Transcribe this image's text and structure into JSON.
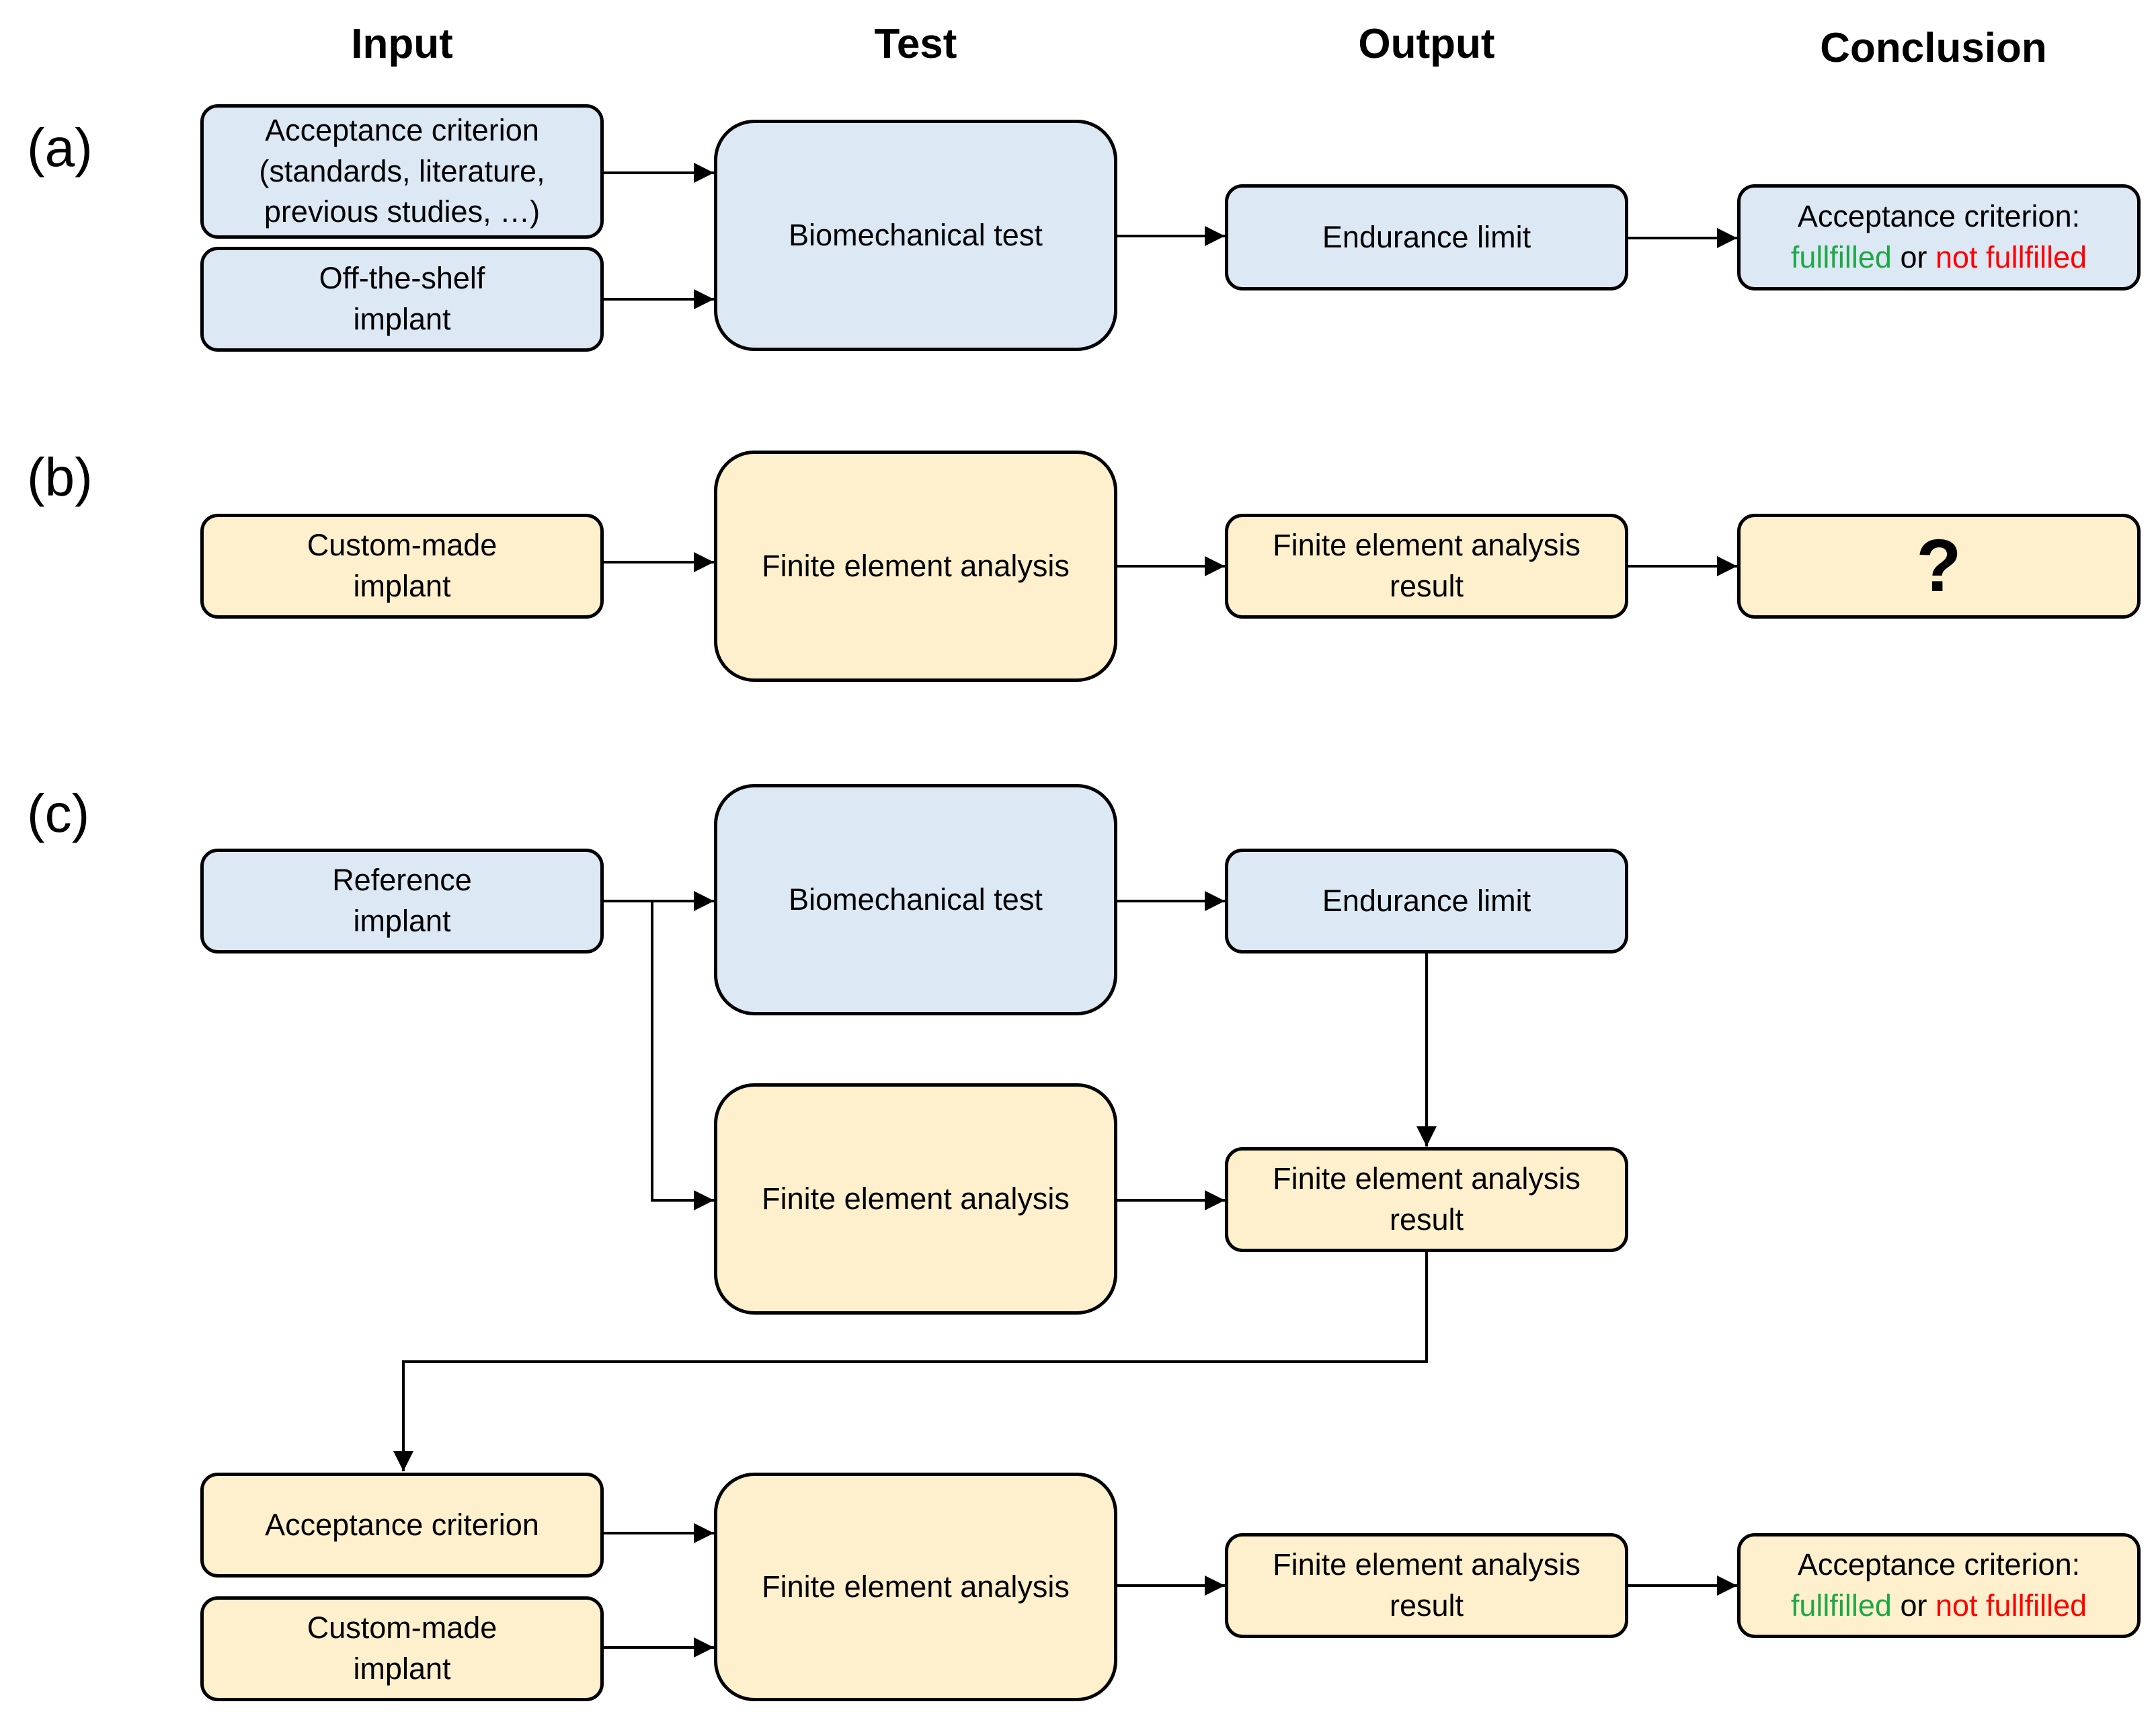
{
  "columns": {
    "input": "Input",
    "test": "Test",
    "output": "Output",
    "conclusion": "Conclusion"
  },
  "rows": {
    "a": "(a)",
    "b": "(b)",
    "c": "(c)"
  },
  "row_a": {
    "acceptance": "Acceptance criterion\n(standards, literature,\nprevious studies, …)",
    "implant": "Off-the-shelf\nimplant",
    "test": "Biomechanical test",
    "output": "Endurance limit",
    "conclusion_line1": "Acceptance criterion:",
    "conclusion_ok": "fullfilled",
    "conclusion_or": " or ",
    "conclusion_fail": "not fullfilled"
  },
  "row_b": {
    "implant": "Custom-made\nimplant",
    "test": "Finite element analysis",
    "output": "Finite element analysis\nresult",
    "conclusion": "?"
  },
  "row_c": {
    "reference": "Reference\nimplant",
    "bio_test": "Biomechanical test",
    "endurance": "Endurance limit",
    "fea": "Finite element analysis",
    "fea_result": "Finite element analysis\nresult",
    "acceptance": "Acceptance criterion",
    "custom": "Custom-made\nimplant",
    "fea2": "Finite element analysis",
    "fea2_result": "Finite element analysis\nresult",
    "conclusion_line1": "Acceptance criterion:",
    "conclusion_ok": "fullfilled",
    "conclusion_or": " or ",
    "conclusion_fail": "not fullfilled"
  },
  "colors": {
    "blue_fill": "#dde8f5",
    "yellow_fill": "#fef0cc",
    "fulfilled": "#1ea846",
    "not_fulfilled": "#ff0000"
  }
}
